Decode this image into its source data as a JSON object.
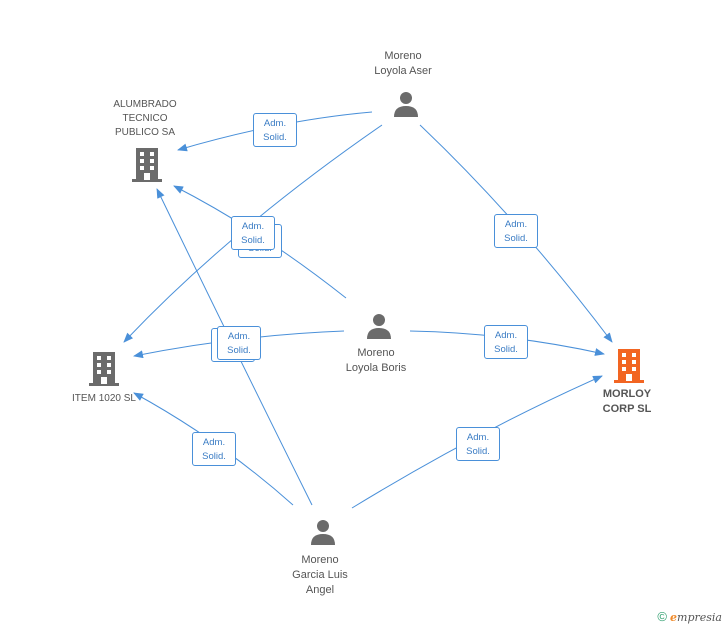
{
  "nodes": {
    "aser": {
      "label": "Moreno\nLoyola Aser",
      "icon": "person-icon"
    },
    "boris": {
      "label": "Moreno\nLoyola Boris",
      "icon": "person-icon"
    },
    "luis": {
      "label": "Moreno\nGarcia Luis\nAngel",
      "icon": "person-icon"
    },
    "alumbrado": {
      "label": "ALUMBRADO\nTECNICO\nPUBLICO SA",
      "icon": "building-icon"
    },
    "item": {
      "label": "ITEM 1020 SL",
      "icon": "building-icon"
    },
    "morloy": {
      "label": "MORLOY\nCORP SL",
      "icon": "building-icon"
    }
  },
  "edge_label": "Adm.\nSolid.",
  "colors": {
    "edge": "#4a90d9",
    "person": "#6b6b6b",
    "company": "#6b6b6b",
    "focus_company": "#f26522"
  },
  "footer": {
    "copyright": "©",
    "brand_initial": "e",
    "brand_rest": "mpresia"
  }
}
